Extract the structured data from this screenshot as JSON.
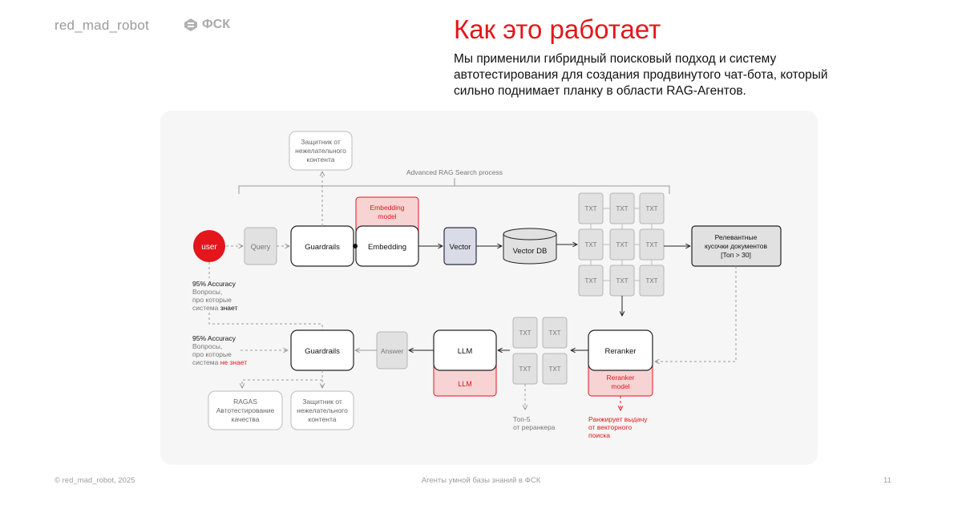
{
  "header": {
    "brand": "red_mad_robot",
    "partner_logo": "ФСК",
    "title": "Как это работает",
    "subtitle": "Мы применили гибридный поисковый подход и систему автотестирования для создания продвинутого чат-бота, который сильно поднимает планку в области RAG-Агентов."
  },
  "diagram": {
    "protector_top": [
      "Защитник от",
      "нежелательного",
      "контента"
    ],
    "process_label": "Advanced RAG Search process",
    "user": "user",
    "query": "Query",
    "guardrails_top": "Guardrails",
    "embedding_model": [
      "Embedding",
      "model"
    ],
    "embedding": "Embedding",
    "vector": "Vector",
    "vector_db": "Vector DB",
    "txt": "TXT",
    "relevant": [
      "Релевантные",
      "кусочки документов",
      "[Топ > 30]"
    ],
    "accuracy_known": {
      "title": "95% Accuracy",
      "lines": [
        "Вопросы,",
        "про которые"
      ],
      "last_prefix": "система ",
      "last_emph": "знает"
    },
    "accuracy_unknown": {
      "title": "95% Accuracy",
      "lines": [
        "Вопросы,",
        "про которые"
      ],
      "last_prefix": "система ",
      "last_emph": "не знает"
    },
    "guardrails_bottom": "Guardrails",
    "answer": "Answer",
    "llm": "LLM",
    "llm_model": "LLM",
    "reranker": "Reranker",
    "reranker_model": [
      "Reranker",
      "model"
    ],
    "ragas": [
      "RAGAS",
      "Автотестирование",
      "качества"
    ],
    "protector_bottom": [
      "Защитник от",
      "нежелательного",
      "контента"
    ],
    "top5": [
      "Топ-5",
      "от реранкера"
    ],
    "rerank_note": [
      "Ранжирует выдачу",
      "от векторного",
      "поиска"
    ],
    "colors": {
      "accent": "#e4161c",
      "pink": "#f7d3d3",
      "vector": "#d9dce6"
    }
  },
  "footer": {
    "copyright": "© red_mad_robot, 2025",
    "center": "Агенты умной базы знаний в ФСК",
    "page": "11"
  }
}
